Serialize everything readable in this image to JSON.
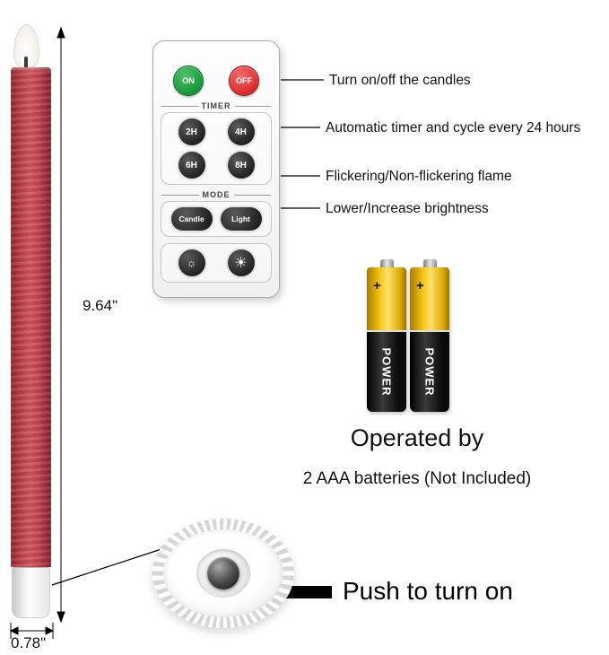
{
  "candle": {
    "height_label": "9.64\"",
    "width_label": "0.78\""
  },
  "remote": {
    "on_label": "ON",
    "off_label": "OFF",
    "timer_label": "TIMER",
    "timers": [
      "2H",
      "4H",
      "6H",
      "8H"
    ],
    "mode_label": "MODE",
    "modes": [
      "Candle",
      "Light"
    ],
    "dim_glyph": "☼",
    "bright_glyph": "☀"
  },
  "callouts": [
    "Turn on/off the candles",
    "Automatic timer and cycle every 24 hours",
    "Flickering/Non-flickering flame",
    "Lower/Increase brightness"
  ],
  "batteries": {
    "brand": "POWER",
    "polarity": "+",
    "caption_line1": "Operated by",
    "caption_line2": "2 AAA batteries (Not Included)"
  },
  "base": {
    "push_label": "Push to turn on"
  },
  "colors": {
    "candle_red": "#bf3b45",
    "on_green": "#1d9e3f",
    "off_red": "#e23434",
    "battery_yellow": "#f3c413",
    "remote_button_dark": "#262626"
  }
}
